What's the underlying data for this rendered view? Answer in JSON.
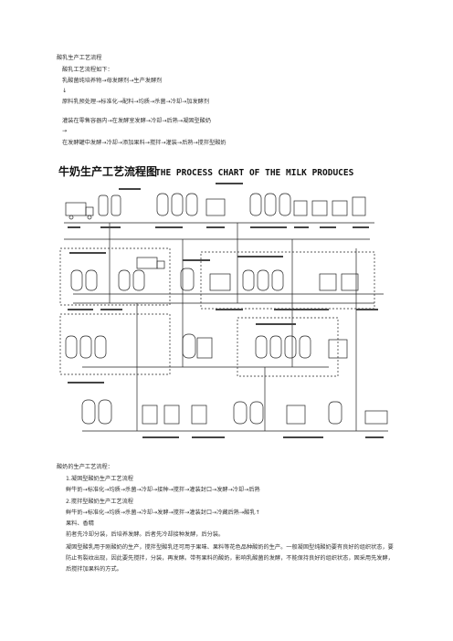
{
  "doc": {
    "title": "酸乳生产工艺流程",
    "intro": "酸乳工艺流程如下：",
    "line_starter": "乳酸菌纯培养物→母发酵剂→生产发酵剂",
    "arrow1": "↓",
    "line_process": "原料乳预处理→标准化→配料→均质→杀菌→冷却→加发酵剂",
    "line_set_route": "灌装在零售容器内→在发酵室发酵→冷却→后熟→凝固型酸奶",
    "arrow2": "→",
    "line_stirred_route": "在发酵罐中发酵→冷却→添加果料→搅拌→灌装→后熟→搅拌型酸奶"
  },
  "chart": {
    "title_cn": "牛奶生产工艺流程图",
    "title_en": "THE PROCESS CHART OF THE MILK PRODUCES"
  },
  "section2": {
    "heading": "酸奶的生产工艺流程：",
    "item1_title": "1.凝固型酸奶生产工艺流程",
    "item1_flow": "鲜牛奶→标准化→均质→杀菌→冷却→接种→搅拌→灌装封口→发酵→冷却→后熟",
    "item2_title": "2.搅拌型酸奶生产工艺流程",
    "item2_flow": "鲜牛奶→标准化→均质→杀菌→冷却→发酵→搅拌→灌装封口→冷藏后熟→酸乳↑",
    "item2_extra": "果料、香精",
    "p1": "前者先冷却分装，后培养发酵。后者先冷却接种发酵，后分装。",
    "p2": "凝固型酸乳用于刚酸奶的生产，搅拌型酸乳还可用于果味、果料等花色品种酸奶的生产。一般凝固型纯酸奶要有良好的组织状态，要防止有裂纹出现，因此要先搅拌，分装，再发酵。带有果料的酸奶，影响乳酸菌的发酵，不能保持良好的组织状态，固采用先发酵，后搅拌加果料的方式。"
  }
}
